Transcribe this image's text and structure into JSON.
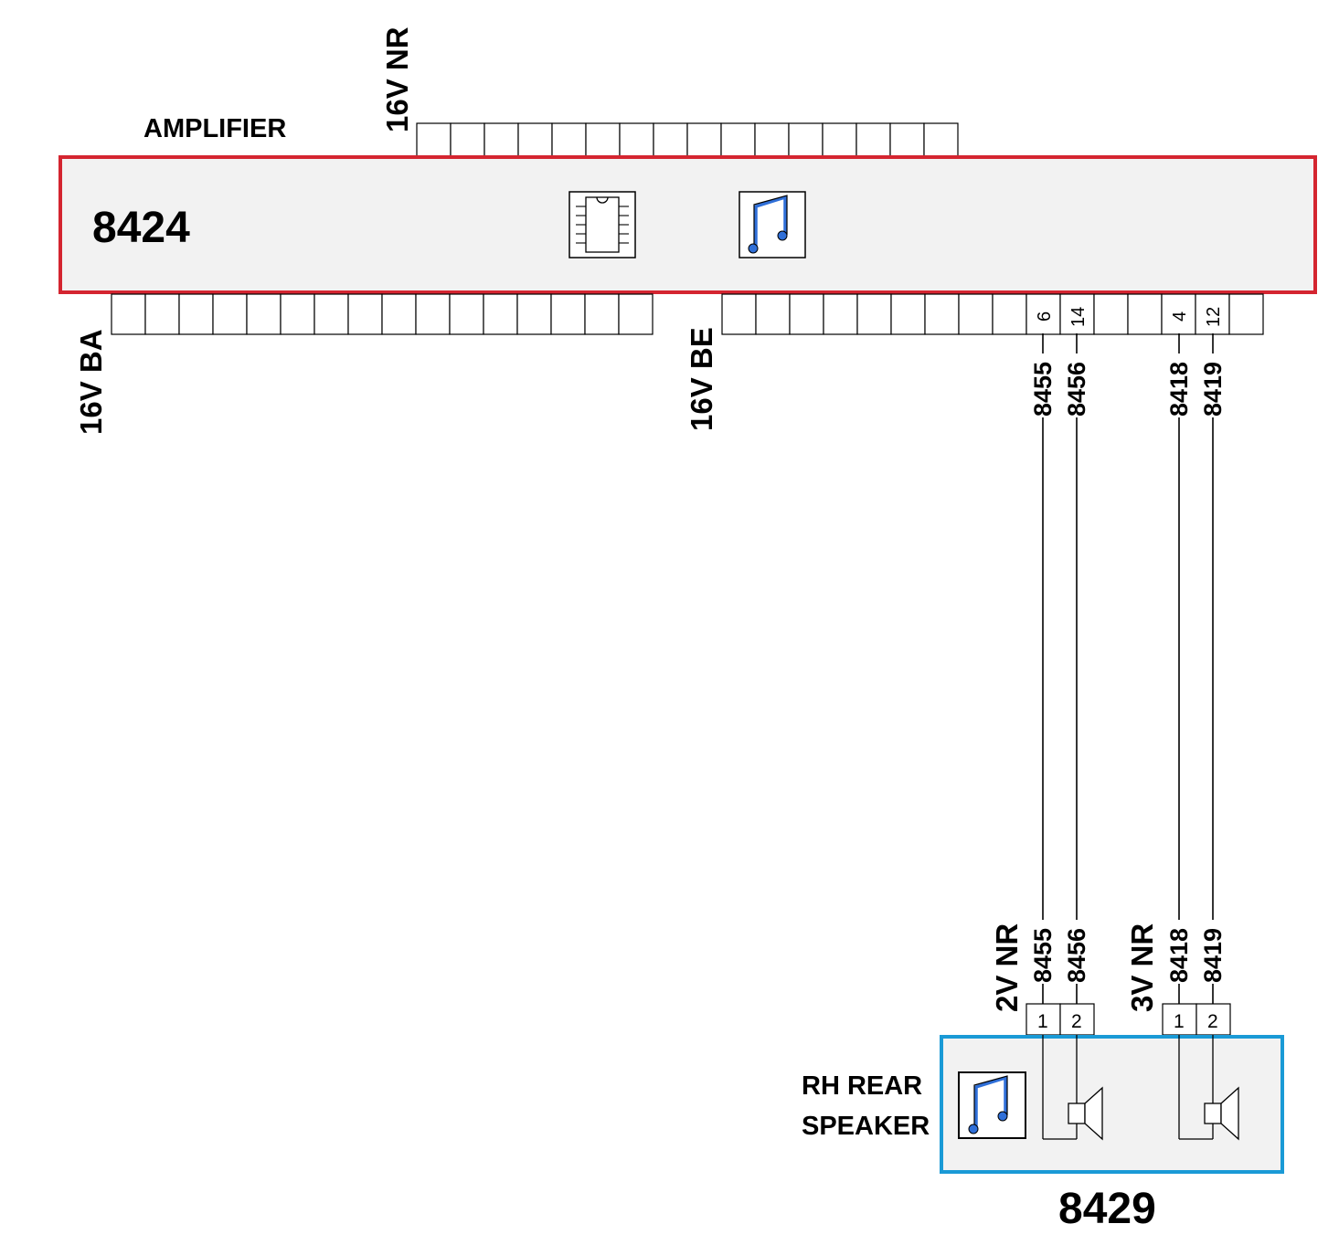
{
  "amplifier": {
    "title": "AMPLIFIER",
    "code": "8424",
    "connectors": {
      "top": "16V NR",
      "bottom_left": "16V BA",
      "bottom_right": "16V BE"
    },
    "pins": [
      "6",
      "14",
      "4",
      "12"
    ],
    "icons": [
      "ic-chip-icon",
      "music-note-icon"
    ]
  },
  "wires": [
    "8455",
    "8456",
    "8418",
    "8419"
  ],
  "speaker": {
    "title_line1": "RH REAR",
    "title_line2": "SPEAKER",
    "code": "8429",
    "connector_a": {
      "name": "2V NR",
      "pins": [
        "1",
        "2"
      ],
      "wires": [
        "8455",
        "8456"
      ]
    },
    "connector_b": {
      "name": "3V NR",
      "pins": [
        "1",
        "2"
      ],
      "wires": [
        "8418",
        "8419"
      ]
    },
    "icons": [
      "music-note-icon",
      "speaker-icon",
      "speaker-icon"
    ]
  },
  "colors": {
    "amplifier_border": "#d42530",
    "amplifier_title": "#d42530",
    "speaker_border": "#1a9ad6",
    "speaker_title": "#1a9ad6",
    "box_fill": "#f2f2f2",
    "note_color": "#2f6fd8"
  }
}
